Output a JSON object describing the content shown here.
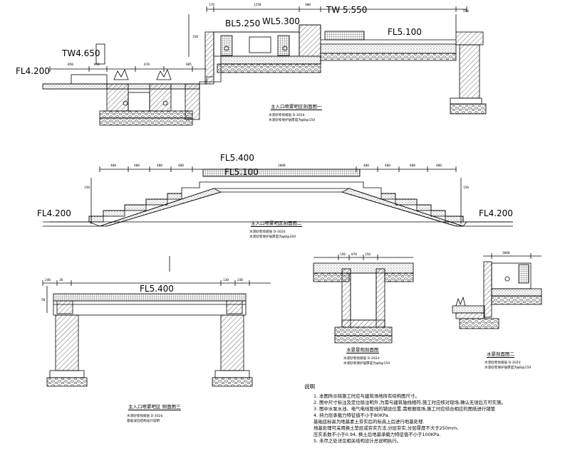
{
  "levels": {
    "bl": "BL5.250",
    "wl": "WL5.300",
    "tw_top": "TW 5.550",
    "fl_top_right": "FL5.100",
    "tw_left": "TW4.650",
    "fl_left_1": "FL4.200",
    "fl_mid_top": "FL5.400",
    "fl_mid_inner": "FL5.100",
    "fl_left_2": "FL4.200",
    "fl_right_2": "FL4.200",
    "fl_bottom": "FL5.400"
  },
  "titles": {
    "section1": "主入口喷雾吧区剖面图一",
    "section1_sub1": "水泥砂浆找坡层 D-302b",
    "section1_sub2": "水泥砂浆保护层厚度为φ8@150",
    "section2": "主入口喷雾吧区剖面图二",
    "section2_sub1": "水泥砂浆找坡层 D-302b",
    "section2_sub2": "水泥砂浆保护层厚度为φ8@200",
    "section3": "主入口喷雾吧区 侧面图三",
    "section3_sub1": "水泥砂浆找坡层 D-302b",
    "section3_sub2": "基础详见结构设计说明",
    "pool": "水景景观剖面图",
    "pool_sub1": "水泥砂浆找坡层 D-302d",
    "pool_sub2": "水泥砂浆保护层厚度为φ8@150",
    "water": "水景剖面图二",
    "water_sub1": "水泥砂浆找坡层 D-302d",
    "water_sub2": "水泥砂浆保护层厚度为φ8@150"
  },
  "dims": {
    "top1": "170",
    "top2": "1250",
    "top3": "300",
    "top4": "550",
    "left1": "850",
    "left2": "850",
    "left3": "670",
    "left4": "885",
    "col": "150",
    "stair": "400",
    "stair_mid": "1000",
    "height": "150",
    "pool_a": "150",
    "pool_b": "870",
    "pool_c": "150",
    "pool_top": "3000",
    "bottom_a": "240",
    "bottom_b": "38",
    "bottom_c": "130",
    "bottom_d": "240",
    "bottom_e": "50"
  },
  "notes": {
    "heading": "说明",
    "lines": [
      "1. 本图所示除施工时应与建筑场地所有结构图尺寸。",
      "2. 图中尺寸标注及定位除注明外,为需与建筑轴线相符,施工时应核对现场,确认无误后方可实施。",
      "3. 图中水泵水池、电气电线管线的铺设位置,需根据现场,施工时应结合相应的图纸进行铺管",
      "4. 持力层承载力特征值不小于80KPa.",
      "   基础底标高为地基素土夯实后的标高上后进行地基处理.",
      "   地基处理可采用换土垫层或夯实方法,分层夯实,分层厚度不大于250mm,",
      "   压实系数不小于0.94, 换土后地基承载力特征值不小于100KPa.",
      "5. 未尽之处详见相关结构设计总说明执行。"
    ]
  }
}
